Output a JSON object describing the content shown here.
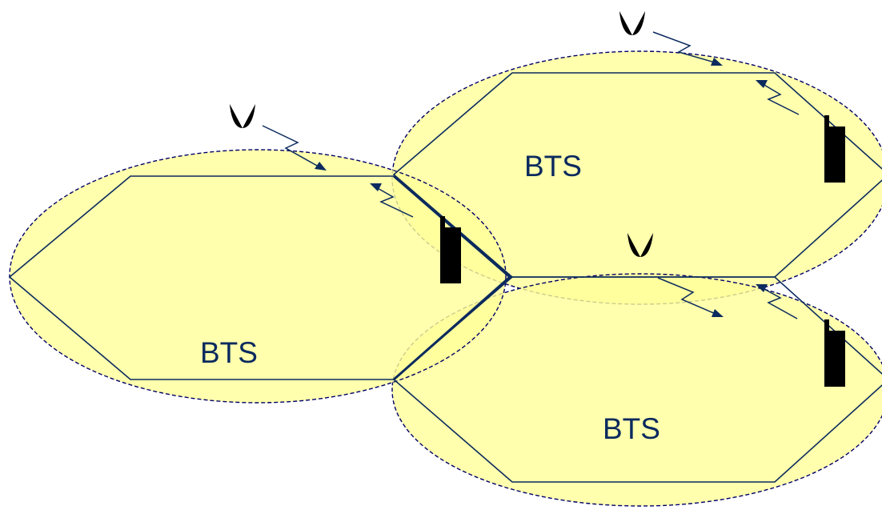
{
  "cells": [
    {
      "id": "left",
      "label": "BTS"
    },
    {
      "id": "top-right",
      "label": "BTS"
    },
    {
      "id": "bottom-right",
      "label": "BTS"
    }
  ],
  "colors": {
    "cell_fill": "#ffff99",
    "stroke": "#0b2a5e"
  },
  "icons": [
    "tower-icon",
    "mobile-phone-icon",
    "radio-signal-icon"
  ]
}
